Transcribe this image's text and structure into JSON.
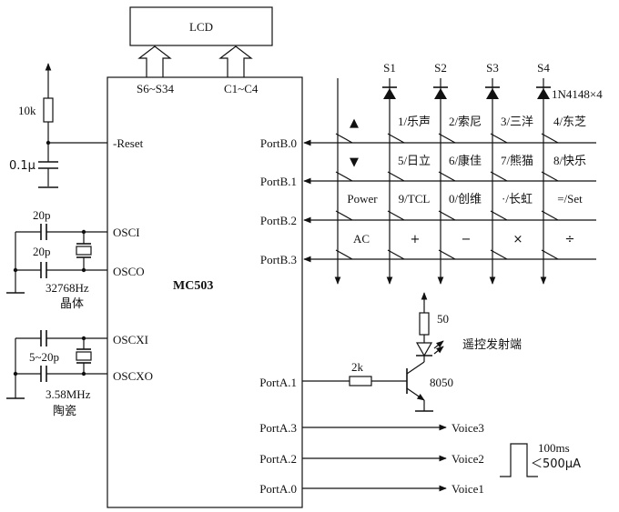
{
  "lcd": {
    "label": "LCD",
    "seg_bus": "S6~S34",
    "com_bus": "C1~C4"
  },
  "chip": {
    "name": "MC503",
    "reset": "-Reset",
    "osci": "OSCI",
    "osco": "OSCO",
    "oscxi": "OSCXI",
    "oscxo": "OSCXO",
    "portb": [
      "PortB.0",
      "PortB.1",
      "PortB.2",
      "PortB.3"
    ],
    "porta": [
      "PortA.1",
      "PortA.3",
      "PortA.2",
      "PortA.0"
    ]
  },
  "reset_circuit": {
    "resistor": "10k",
    "capacitor": "0.1μ"
  },
  "osc1": {
    "cap_top": "20p",
    "cap_bottom": "20p",
    "freq": "32768Hz",
    "type": "晶体"
  },
  "osc2": {
    "cap_range": "5~20p",
    "freq": "3.58MHz",
    "type": "陶瓷"
  },
  "diodes": {
    "labels": [
      "S1",
      "S2",
      "S3",
      "S4"
    ],
    "part": "1N4148×4"
  },
  "keypad": {
    "rows": [
      [
        "▲",
        "1/乐声",
        "2/索尼",
        "3/三洋",
        "4/东芝"
      ],
      [
        "▼",
        "5/日立",
        "6/康佳",
        "7/熊猫",
        "8/快乐"
      ],
      [
        "Power",
        "9/TCL",
        "0/创维",
        "·/长虹",
        "=/Set"
      ],
      [
        "AC",
        "+",
        "−",
        "×",
        "÷"
      ]
    ]
  },
  "ir_output": {
    "base_resistor": "2k",
    "led_resistor": "50",
    "transistor": "8050",
    "led_label": "遥控发射端"
  },
  "voice": {
    "outputs": [
      "Voice3",
      "Voice2",
      "Voice1"
    ],
    "pulse_width": "100ms",
    "pulse_current": "＜500μA"
  }
}
